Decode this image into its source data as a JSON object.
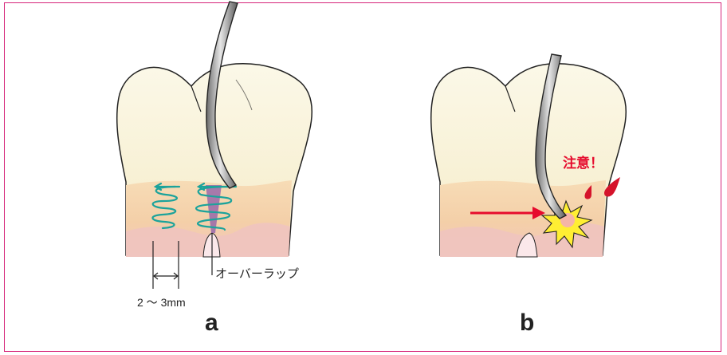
{
  "panel_a": {
    "label": "a",
    "dimension_label": "2 〜 3mm",
    "overlap_label": "オーバーラップ"
  },
  "panel_b": {
    "label": "b",
    "caution_label": "注意！"
  },
  "colors": {
    "border": "#d6257a",
    "tooth": "#f8f2d8",
    "gum": "#f5d3a8",
    "gum_lower": "#f0c9c2",
    "sweep": "#1ca39b",
    "warning": "#e60b2d",
    "burst": "#ffee33"
  }
}
